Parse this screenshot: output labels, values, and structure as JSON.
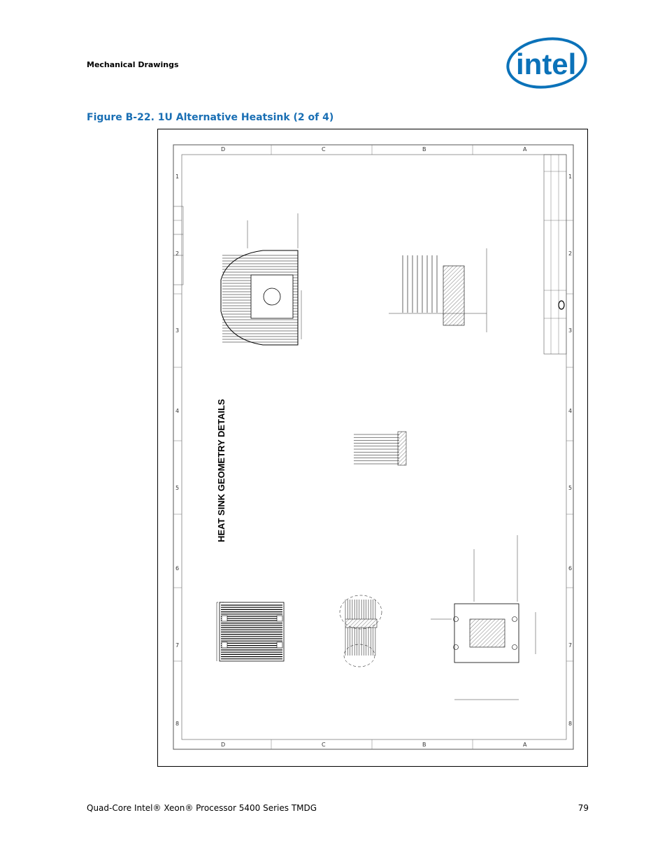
{
  "header": {
    "section": "Mechanical Drawings",
    "logo_text": "intel"
  },
  "figure": {
    "title": "Figure B-22. 1U Alternative Heatsink (2 of 4)",
    "drawing_title": "HEAT SINK GEOMETRY DETAILS",
    "grid_letters": [
      "D",
      "C",
      "B",
      "A"
    ],
    "grid_numbers": [
      "1",
      "2",
      "3",
      "4",
      "5",
      "6",
      "7",
      "8"
    ]
  },
  "footer": {
    "doc_title": "Quad-Core Intel® Xeon® Processor 5400 Series TMDG",
    "page_number": "79"
  },
  "colors": {
    "title_blue": "#1a6fb4",
    "logo_blue": "#0b72b9"
  }
}
